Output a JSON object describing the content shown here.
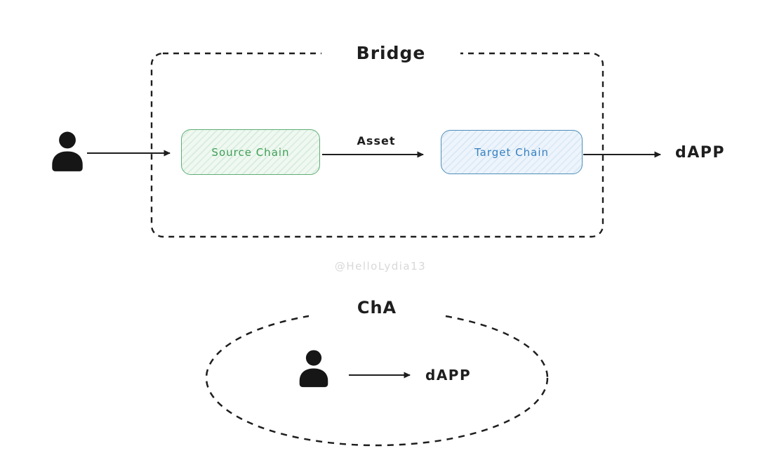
{
  "diagram": {
    "watermark": "@HelloLydia13",
    "bridge_flow": {
      "title": "Bridge",
      "source_chain_label": "Source Chain",
      "asset_label": "Asset",
      "target_chain_label": "Target Chain",
      "dapp_label": "dAPP"
    },
    "direct_flow": {
      "title": "ChA",
      "dapp_label": "dAPP"
    },
    "colors": {
      "ink": "#1e1e1e",
      "green_text": "#3f9e57",
      "green_border": "#5fae74",
      "green_fill": "#eff8f1",
      "blue_text": "#3680c0",
      "blue_border": "#4e8fba",
      "blue_fill": "#edf4fb",
      "watermark": "#d8d8d8"
    }
  }
}
